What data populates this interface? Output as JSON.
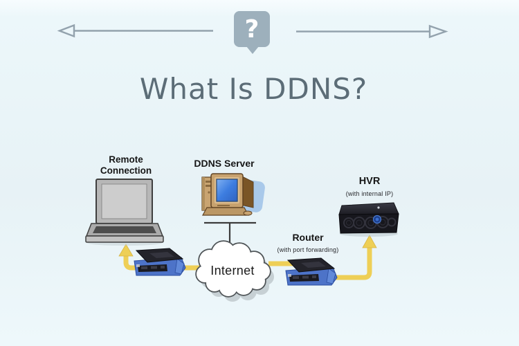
{
  "header": {
    "badge_icon": "?",
    "title": "What Is DDNS?"
  },
  "nodes": {
    "remote": {
      "label": "Remote\nConnection"
    },
    "ddns_server": {
      "label": "DDNS Server"
    },
    "internet": {
      "label": "Internet"
    },
    "router": {
      "label": "Router",
      "sublabel": "(with port forwarding)"
    },
    "hvr": {
      "label": "HVR",
      "sublabel": "(with internal IP)"
    }
  },
  "colors": {
    "background": "#ecf7fa",
    "connector_yellow": "#eecf56",
    "connector_yellow_edge": "#d8b544",
    "header_gray": "#93a2ad",
    "badge_fill": "#9db0bc",
    "title_color": "#5c6d77",
    "label_color": "#161616"
  }
}
